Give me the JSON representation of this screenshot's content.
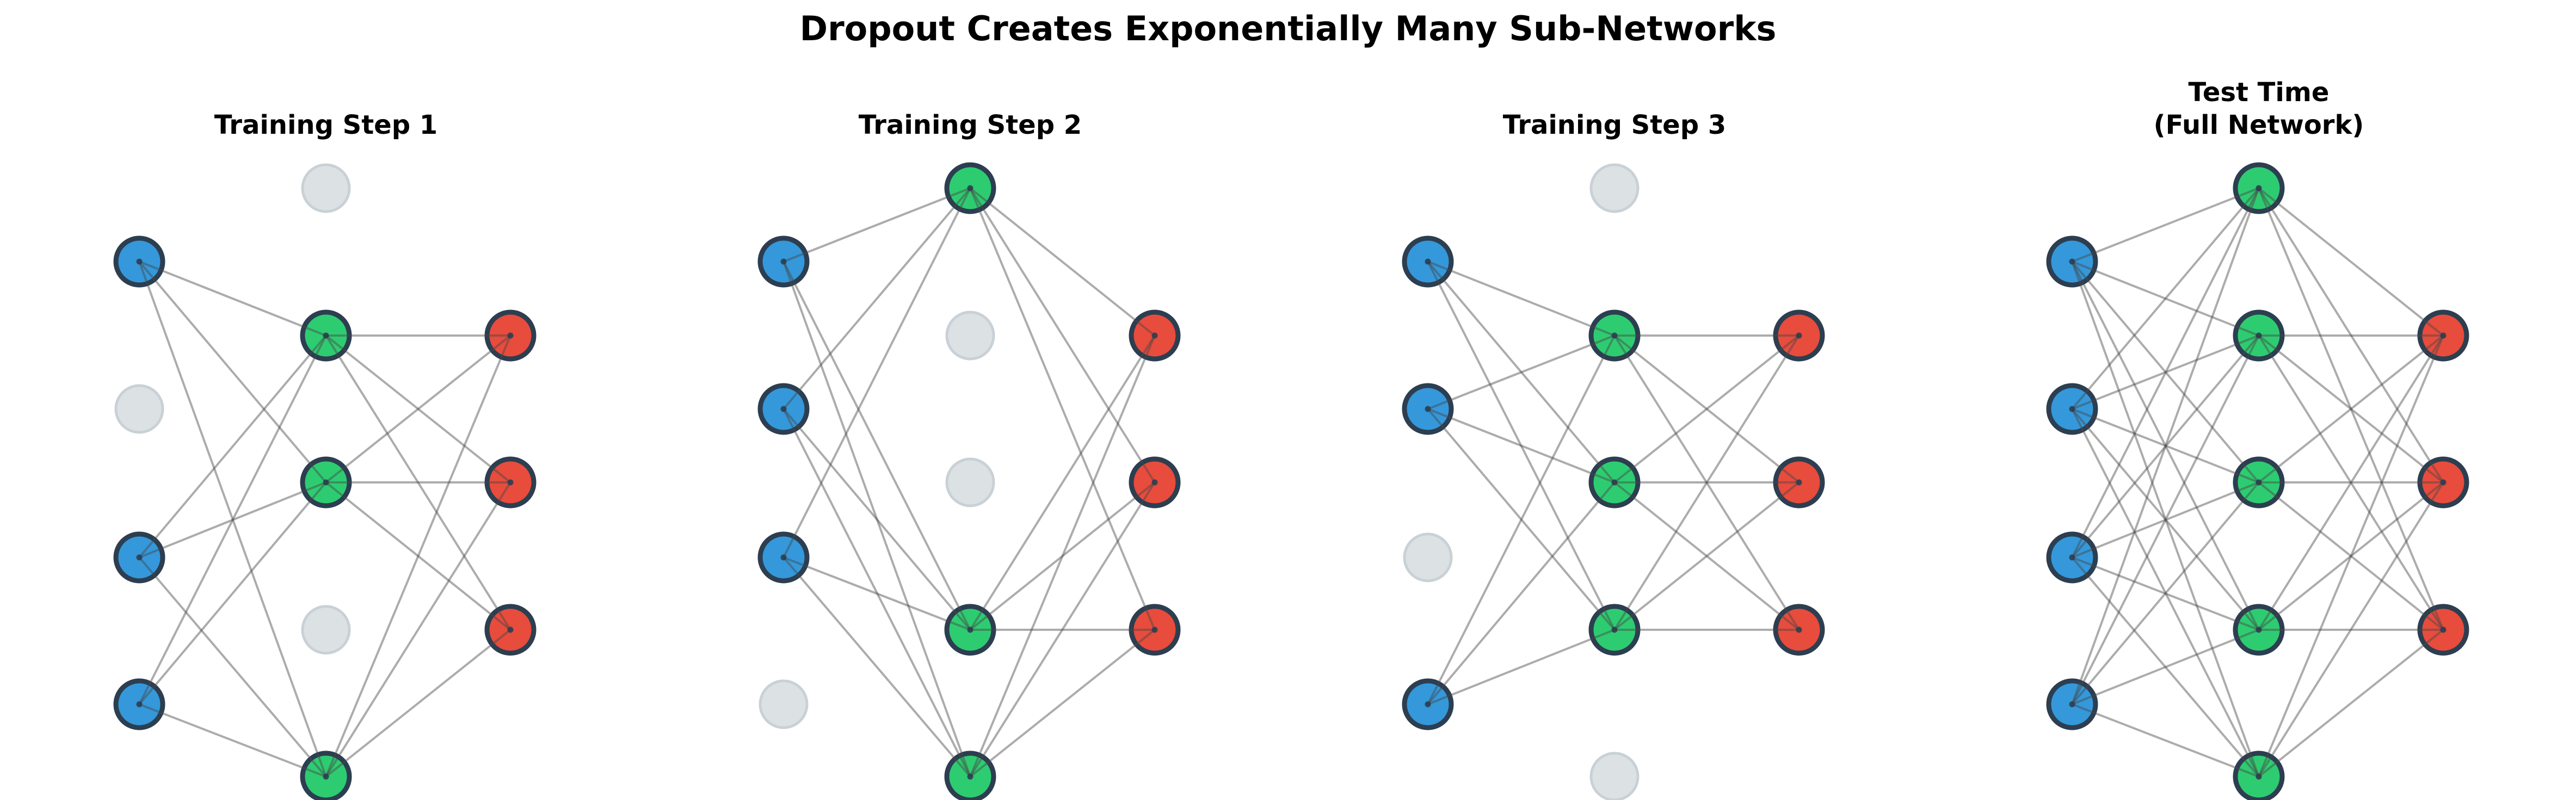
{
  "title": "Dropout Creates Exponentially Many Sub-Networks",
  "colors": {
    "input_node": "#3498db",
    "hidden_node": "#2ecc71",
    "output_node": "#e74c3c",
    "node_border": "#2c3e50",
    "dropped_fill": "#dce1e4",
    "dropped_border": "#c9d1d6",
    "edge": "#464646",
    "background": "#ffffff",
    "title_text": "#000000"
  },
  "layers": {
    "input_size": 4,
    "hidden_size": 5,
    "output_size": 3
  },
  "panels": [
    {
      "title_lines": [
        "Training Step 1"
      ],
      "input_active": [
        true,
        false,
        true,
        true
      ],
      "hidden_active": [
        false,
        true,
        true,
        false,
        true
      ],
      "output_active": [
        true,
        true,
        true
      ]
    },
    {
      "title_lines": [
        "Training Step 2"
      ],
      "input_active": [
        true,
        true,
        true,
        false
      ],
      "hidden_active": [
        true,
        false,
        false,
        true,
        true
      ],
      "output_active": [
        true,
        true,
        true
      ]
    },
    {
      "title_lines": [
        "Training Step 3"
      ],
      "input_active": [
        true,
        true,
        false,
        true
      ],
      "hidden_active": [
        false,
        true,
        true,
        true,
        false
      ],
      "output_active": [
        true,
        true,
        true
      ]
    },
    {
      "title_lines": [
        "Test Time",
        "(Full Network)"
      ],
      "input_active": [
        true,
        true,
        true,
        true
      ],
      "hidden_active": [
        true,
        true,
        true,
        true,
        true
      ],
      "output_active": [
        true,
        true,
        true
      ]
    }
  ]
}
